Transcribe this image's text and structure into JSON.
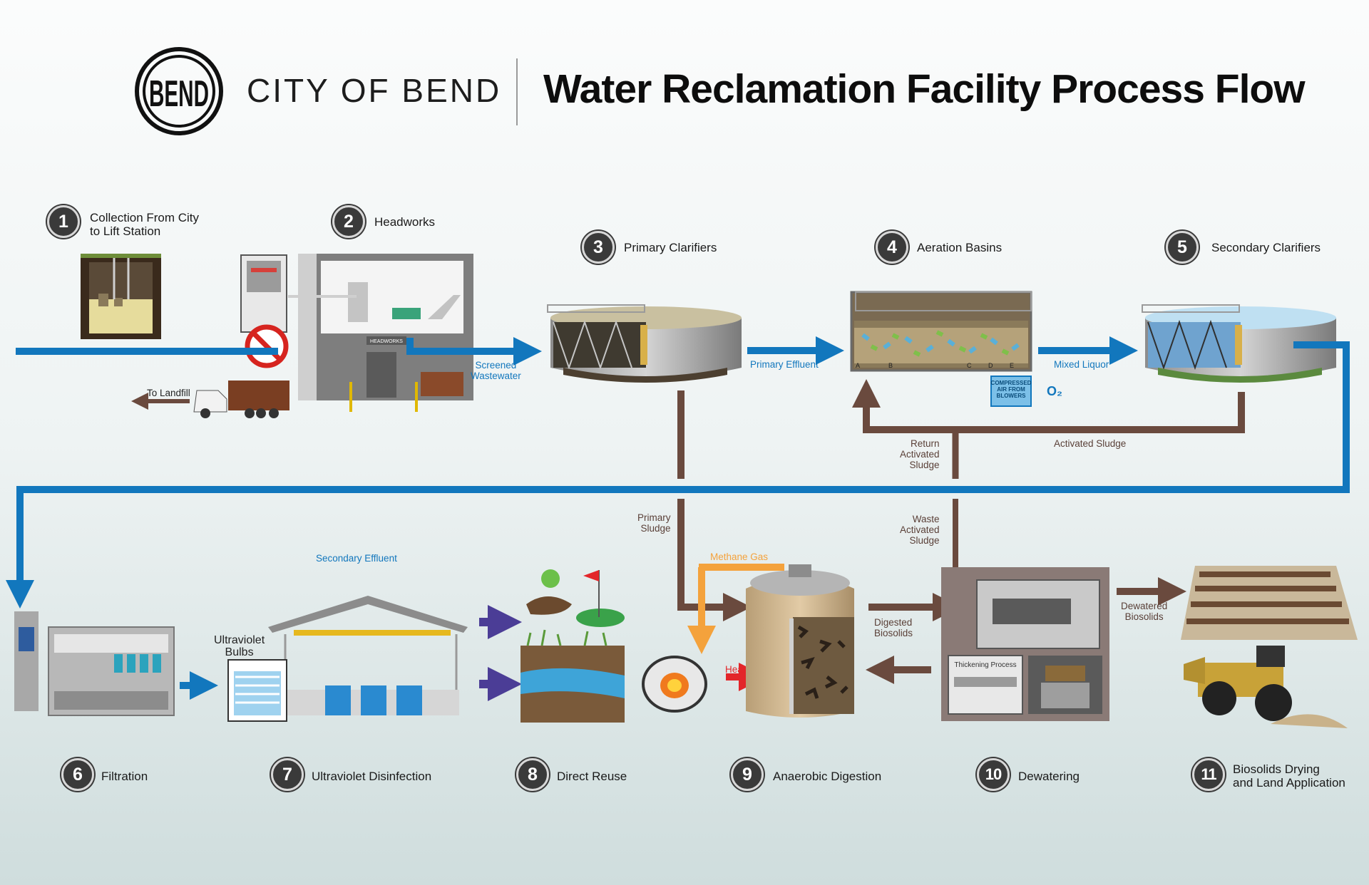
{
  "header": {
    "logo_text": "BEND",
    "brand": "CITY OF BEND",
    "title": "Water Reclamation Facility Process Flow"
  },
  "steps": [
    {
      "num": "1",
      "label": "Collection From City\nto Lift Station"
    },
    {
      "num": "2",
      "label": "Headworks"
    },
    {
      "num": "3",
      "label": "Primary Clarifiers"
    },
    {
      "num": "4",
      "label": "Aeration Basins"
    },
    {
      "num": "5",
      "label": "Secondary Clarifiers"
    },
    {
      "num": "6",
      "label": "Filtration"
    },
    {
      "num": "7",
      "label": "Ultraviolet Disinfection"
    },
    {
      "num": "8",
      "label": "Direct Reuse"
    },
    {
      "num": "9",
      "label": "Anaerobic Digestion"
    },
    {
      "num": "10",
      "label": "Dewatering"
    },
    {
      "num": "11",
      "label": "Biosolids Drying\nand Land Application"
    }
  ],
  "flows": {
    "screened_wastewater": "Screened\nWastewater",
    "primary_effluent": "Primary Effluent",
    "mixed_liquor": "Mixed Liquor",
    "activated_sludge": "Activated Sludge",
    "return_activated_sludge": "Return\nActivated\nSludge",
    "waste_activated_sludge": "Waste\nActivated\nSludge",
    "primary_sludge": "Primary\nSludge",
    "secondary_effluent": "Secondary Effluent",
    "methane_gas": "Methane Gas",
    "heat": "Heat",
    "digested_biosolids": "Digested\nBiosolids",
    "dewatered_biosolids": "Dewatered\nBiosolids",
    "to_landfill": "To Landfill",
    "ultraviolet_bulbs": "Ultraviolet\nBulbs"
  },
  "equipment_labels": {
    "headworks_sign": "HEADWORKS",
    "compressed_air": "COMPRESSED\nAIR FROM\nBLOWERS",
    "o2": "O₂",
    "basin_zones": [
      "A",
      "B",
      "C",
      "D",
      "E"
    ],
    "thickening_process": "Thickening Process"
  },
  "colors": {
    "water_flow": "#1277bd",
    "sludge_flow": "#6a4a3e",
    "methane": "#f4a23c",
    "heat": "#e3262a",
    "reuse_arrow": "#4b3d96",
    "badge": "#3a3a3a"
  }
}
